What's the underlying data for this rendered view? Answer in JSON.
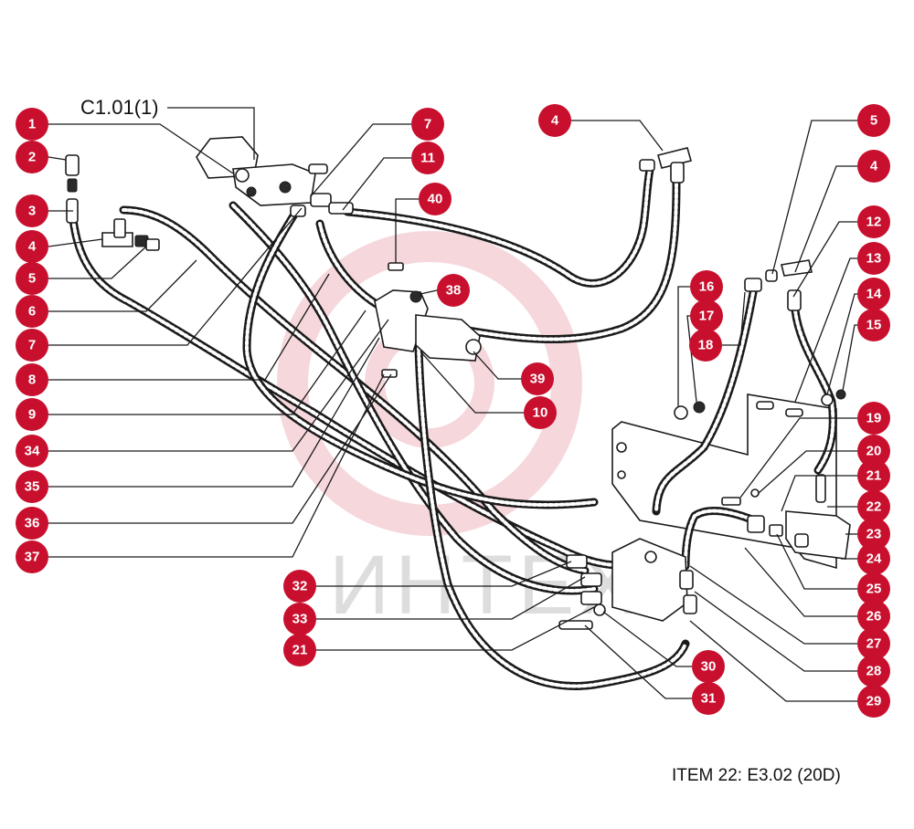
{
  "reference_label": "C1.01(1)",
  "item_label": "ITEM 22: E3.02 (20D)",
  "watermark_text": "ИНТЕХ",
  "colors": {
    "callout": "#c8102e",
    "line": "#1a1a1a",
    "watermark": "#f3c9cf"
  },
  "callouts": [
    "1",
    "2",
    "3",
    "4",
    "5",
    "6",
    "7",
    "8",
    "9",
    "34",
    "35",
    "36",
    "37",
    "7",
    "11",
    "40",
    "38",
    "39",
    "10",
    "4",
    "16",
    "17",
    "18",
    "5",
    "4",
    "12",
    "13",
    "14",
    "15",
    "19",
    "20",
    "21",
    "22",
    "23",
    "24",
    "25",
    "26",
    "27",
    "28",
    "29",
    "30",
    "31",
    "32",
    "33",
    "21"
  ]
}
